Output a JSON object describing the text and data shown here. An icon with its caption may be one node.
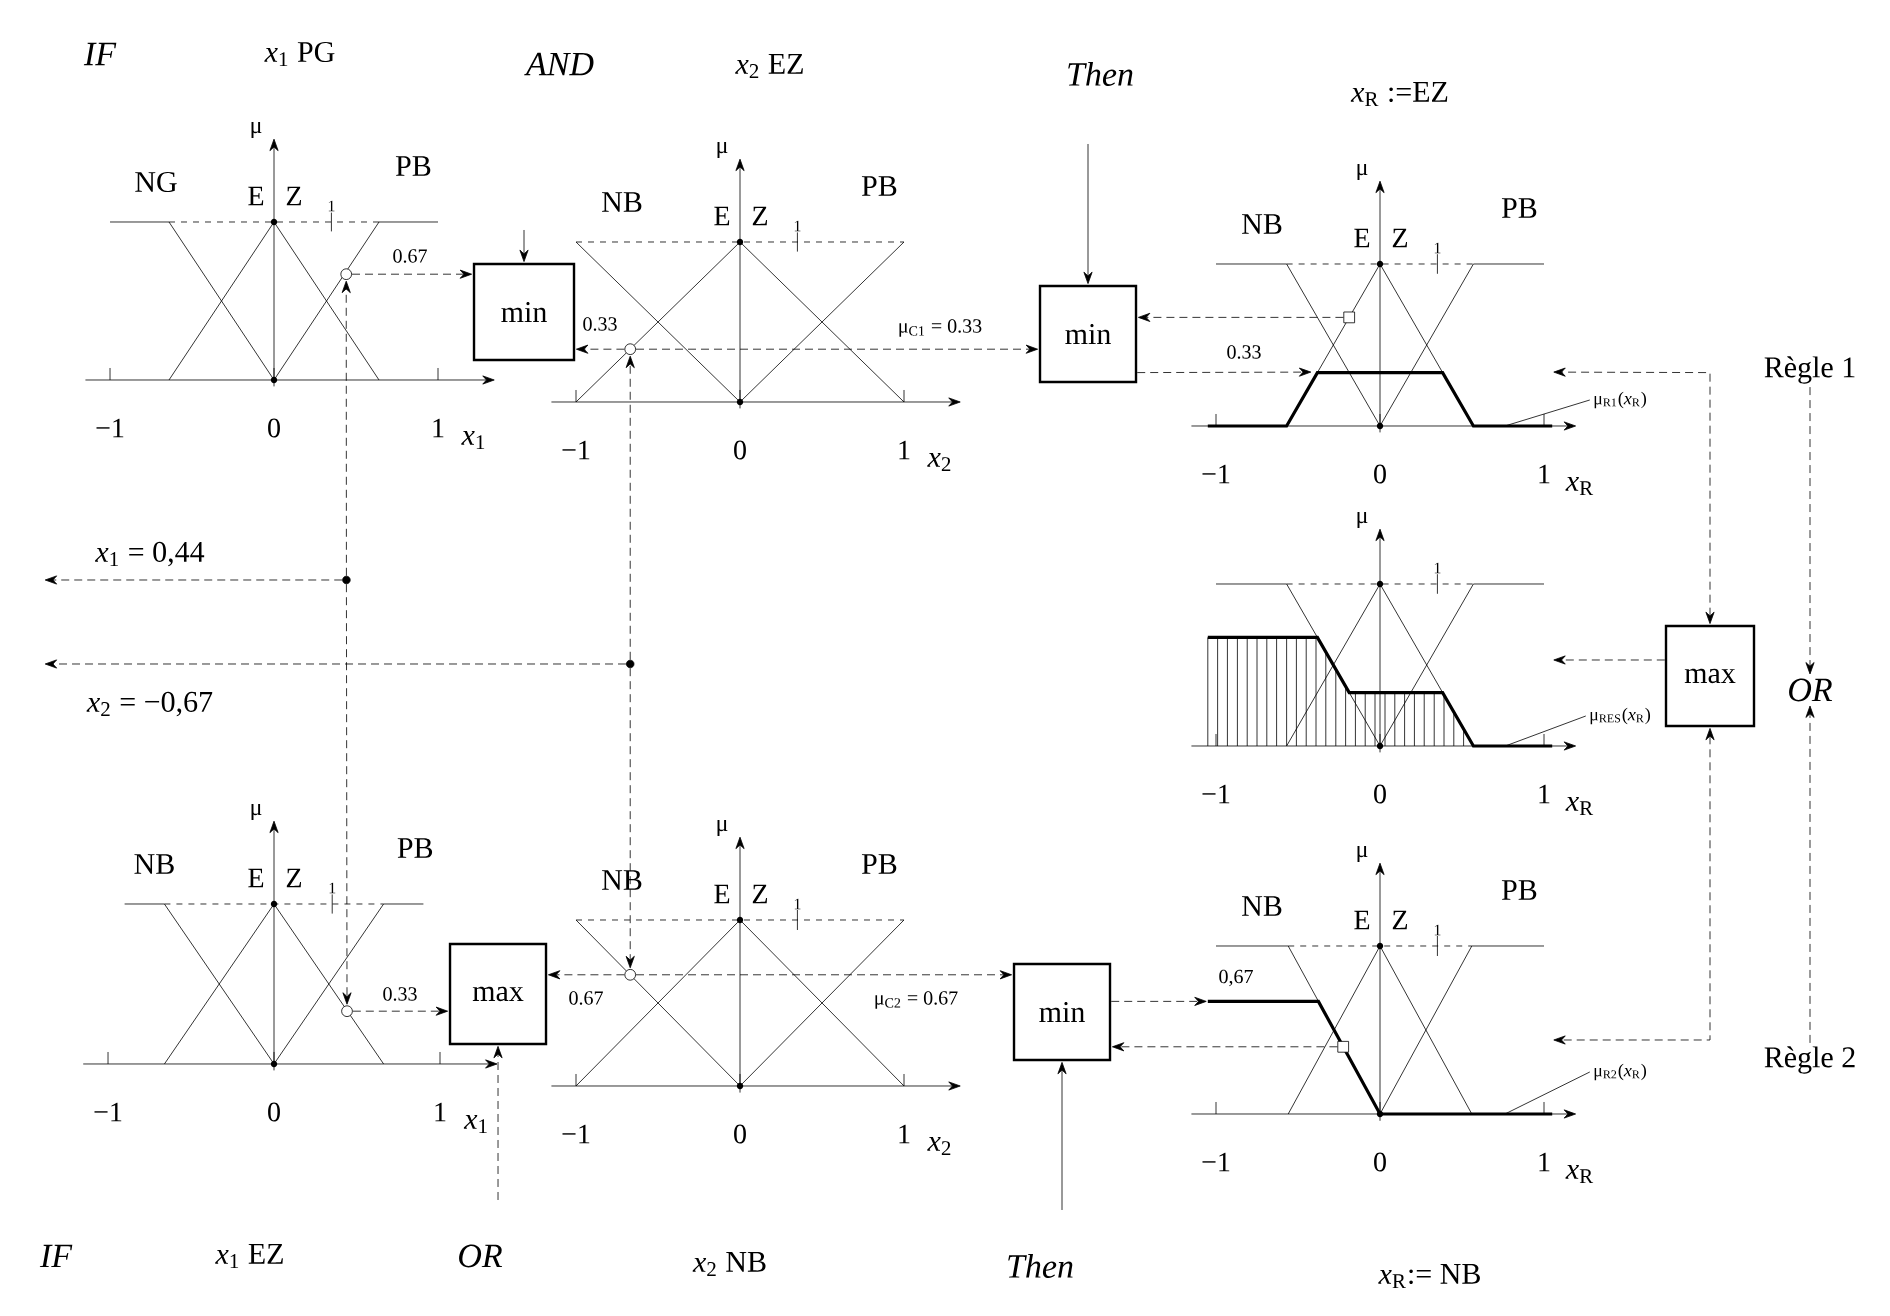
{
  "diagram": {
    "nodes": [
      {
        "text": [
          "min"
        ]
      },
      {
        "text": [
          "min"
        ]
      },
      {
        "text": [
          "Règle 1"
        ]
      },
      {
        "text": [
          "max"
        ]
      },
      {
        "text": [
          "OR"
        ]
      },
      {
        "text": [
          "max"
        ]
      },
      {
        "text": [
          "min"
        ]
      },
      {
        "text": [
          "Règle 2"
        ]
      },
      {
        "text": [
          "μ$_{R1}$(*x*$_{R}$)"
        ]
      },
      {
        "text": [
          "μ$_{RES}$(*x*$_{R}$)"
        ]
      },
      {
        "text": [
          "μ$_{R2}$(*x*$_{R}$)"
        ]
      },
      {
        "text": [],
        "shape": "circle"
      },
      {
        "text": [],
        "shape": "circle"
      },
      {
        "text": [],
        "shape": "circle"
      },
      {
        "text": [],
        "shape": "circle"
      },
      {
        "text": [],
        "shape": "circle"
      },
      {
        "text": [],
        "shape": "circle"
      },
      {
        "text": [],
        "shape": "box"
      },
      {
        "text": [],
        "shape": "box",
        "in": 21
      },
      {
        "text": [],
        "shape": "curve"
      },
      {
        "text": [],
        "shape": "curve"
      },
      {
        "text": [],
        "shape": "curve"
      }
    ],
    "edges": [
      {
        "from": 11,
        "to": 0,
        "arrow": "to",
        "style": "dashed",
        "label": "0.67"
      },
      {
        "from": null,
        "to": 0,
        "arrow": "to"
      },
      {
        "from": 12,
        "to": 0,
        "arrow": "to",
        "style": "dashed",
        "label": "0.33"
      },
      {
        "from": 12,
        "to": 1,
        "arrow": "to",
        "style": "dashed",
        "label": "μ$_{C1}$ = 0.33"
      },
      {
        "from": null,
        "to": 1,
        "arrow": "to"
      },
      {
        "from": 17,
        "to": 1,
        "arrow": "to",
        "style": "dashed"
      },
      {
        "from": 1,
        "to": 19,
        "arrow": "to",
        "style": "dashed",
        "label": "0.33"
      },
      {
        "from": 3,
        "to": 19,
        "arrow": "both",
        "style": "dashed"
      },
      {
        "from": 3,
        "to": 20,
        "arrow": "to",
        "style": "dashed"
      },
      {
        "from": 3,
        "to": 21,
        "arrow": "both",
        "style": "dashed"
      },
      {
        "from": 2,
        "to": 4,
        "arrow": "to",
        "style": "dashed"
      },
      {
        "from": 7,
        "to": 4,
        "arrow": "to",
        "style": "dashed"
      },
      {
        "from": 15,
        "to": 5,
        "arrow": "to",
        "style": "dashed",
        "label": "0.33"
      },
      {
        "from": 16,
        "to": 5,
        "arrow": "to",
        "style": "dashed",
        "label": "0.67"
      },
      {
        "from": null,
        "to": 5,
        "arrow": "to",
        "style": "dashed"
      },
      {
        "from": 16,
        "to": 6,
        "arrow": "to",
        "style": "dashed",
        "label": "μ$_{C2}$ = 0.67"
      },
      {
        "from": null,
        "to": 6,
        "arrow": "to"
      },
      {
        "from": 6,
        "to": 21,
        "arrow": "to",
        "style": "dashed",
        "label": "0,67"
      },
      {
        "from": 18,
        "to": 6,
        "arrow": "to",
        "style": "dashed"
      },
      {
        "from": 8,
        "to": 19,
        "arrow": "none"
      },
      {
        "from": 9,
        "to": 20,
        "arrow": "none"
      },
      {
        "from": 10,
        "to": 21,
        "arrow": "none"
      },
      {
        "from": 13,
        "to": 11,
        "arrow": "to",
        "style": "dashed"
      },
      {
        "from": 13,
        "to": 15,
        "arrow": "to",
        "style": "dashed"
      },
      {
        "from": 13,
        "to": null,
        "arrow": "to",
        "style": "dashed"
      },
      {
        "from": 14,
        "to": 12,
        "arrow": "to",
        "style": "dashed"
      },
      {
        "from": 14,
        "to": 16,
        "arrow": "to",
        "style": "dashed"
      },
      {
        "from": 14,
        "to": null,
        "arrow": "to",
        "style": "dashed"
      }
    ],
    "labels": [
      "IF",
      "*x*$_{1}$ PG",
      "AND",
      "*x*$_{2}$ EZ",
      "Then",
      "*x*$_{R}$ :=EZ",
      "μ",
      "NG",
      "E",
      "Z",
      "PB",
      "1",
      "−1",
      "0",
      "1",
      "*x*$_{1}$",
      "μ",
      "NB",
      "E",
      "Z",
      "PB",
      "1",
      "−1",
      "0",
      "1",
      "*x*$_{2}$",
      "μ",
      "NB",
      "E",
      "Z",
      "PB",
      "1",
      "−1",
      "0",
      "1",
      "*x*$_{R}$",
      "*x*$_{1}$ = 0,44",
      "μ",
      "1",
      "−1",
      "0",
      "1",
      "*x*$_{R}$",
      "*x*$_{2}$ = −0,67",
      "μ",
      "NB",
      "E",
      "Z",
      "PB",
      "1",
      "−1",
      "0",
      "1",
      "*x*$_{1}$",
      "μ",
      "NB",
      "E",
      "Z",
      "PB",
      "1",
      "−1",
      "0",
      "1",
      "*x*$_{2}$",
      "μ",
      "NB",
      "E",
      "Z",
      "PB",
      "1",
      "−1",
      "0",
      "1",
      "*x*$_{R}$",
      "IF",
      "*x*$_{1}$ EZ",
      "OR",
      "*x*$_{2}$ NB",
      "Then",
      "*x*$_{R}$:= NB"
    ]
  }
}
